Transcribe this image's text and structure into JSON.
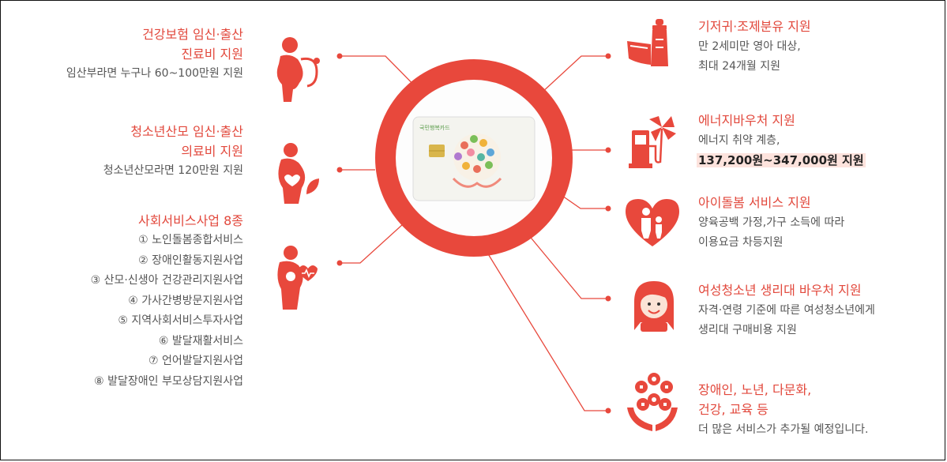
{
  "colors": {
    "accent": "#e2483c",
    "ring": "#e8483c",
    "text": "#555555",
    "highlight_bg": "#fde3dd"
  },
  "center": {
    "card_label": "국민행복카드",
    "icon": "happiness-card-icon"
  },
  "left": [
    {
      "title_line1": "건강보험 임신·출산",
      "title_line2": "진료비 지원",
      "desc": "임산부라면 누구나 60~100만원 지원",
      "icon": "pregnant-woman-stethoscope-icon"
    },
    {
      "title_line1": "청소년산모 임신·출산",
      "title_line2": "의료비 지원",
      "desc": "청소년산모라면 120만원 지원",
      "icon": "pregnant-woman-heart-leaf-icon"
    },
    {
      "title": "사회서비스사업 8종",
      "icon": "mother-baby-heart-icon",
      "items": [
        "① 노인돌봄종합서비스",
        "② 장애인활동지원사업",
        "③ 산모·신생아 건강관리지원사업",
        "④ 가사간병방문지원사업",
        "⑤ 지역사회서비스투자사업",
        "⑥ 발달재활서비스",
        "⑦ 언어발달지원사업",
        "⑧ 발달장애인 부모상담지원사업"
      ]
    }
  ],
  "right": [
    {
      "title": "기저귀·조제분유 지원",
      "desc_line1": "만 2세미만 영아 대상,",
      "desc_line2": "최대 24개월 지원",
      "icon": "baby-bottle-diaper-icon"
    },
    {
      "title": "에너지바우처 지원",
      "desc_line1": "에너지 취약 계층,",
      "highlight": "137,200원~347,000원 지원",
      "icon": "fuel-pump-pinwheel-icon"
    },
    {
      "title": "아이돌봄 서비스 지원",
      "desc_line1": "양육공백 가정,가구 소득에 따라",
      "desc_line2": "이용요금 차등지원",
      "icon": "heart-family-icon"
    },
    {
      "title": "여성청소년 생리대 바우처 지원",
      "desc_line1": "자격·연령 기준에 따른 여성청소년에게",
      "desc_line2": "생리대 구매비용 지원",
      "icon": "smiling-girl-icon"
    },
    {
      "title_line1": "장애인, 노년, 다문화,",
      "title_line2": "건강, 교육 등",
      "desc": "더 많은 서비스가 추가될 예정입니다.",
      "icon": "hands-services-icon"
    }
  ]
}
